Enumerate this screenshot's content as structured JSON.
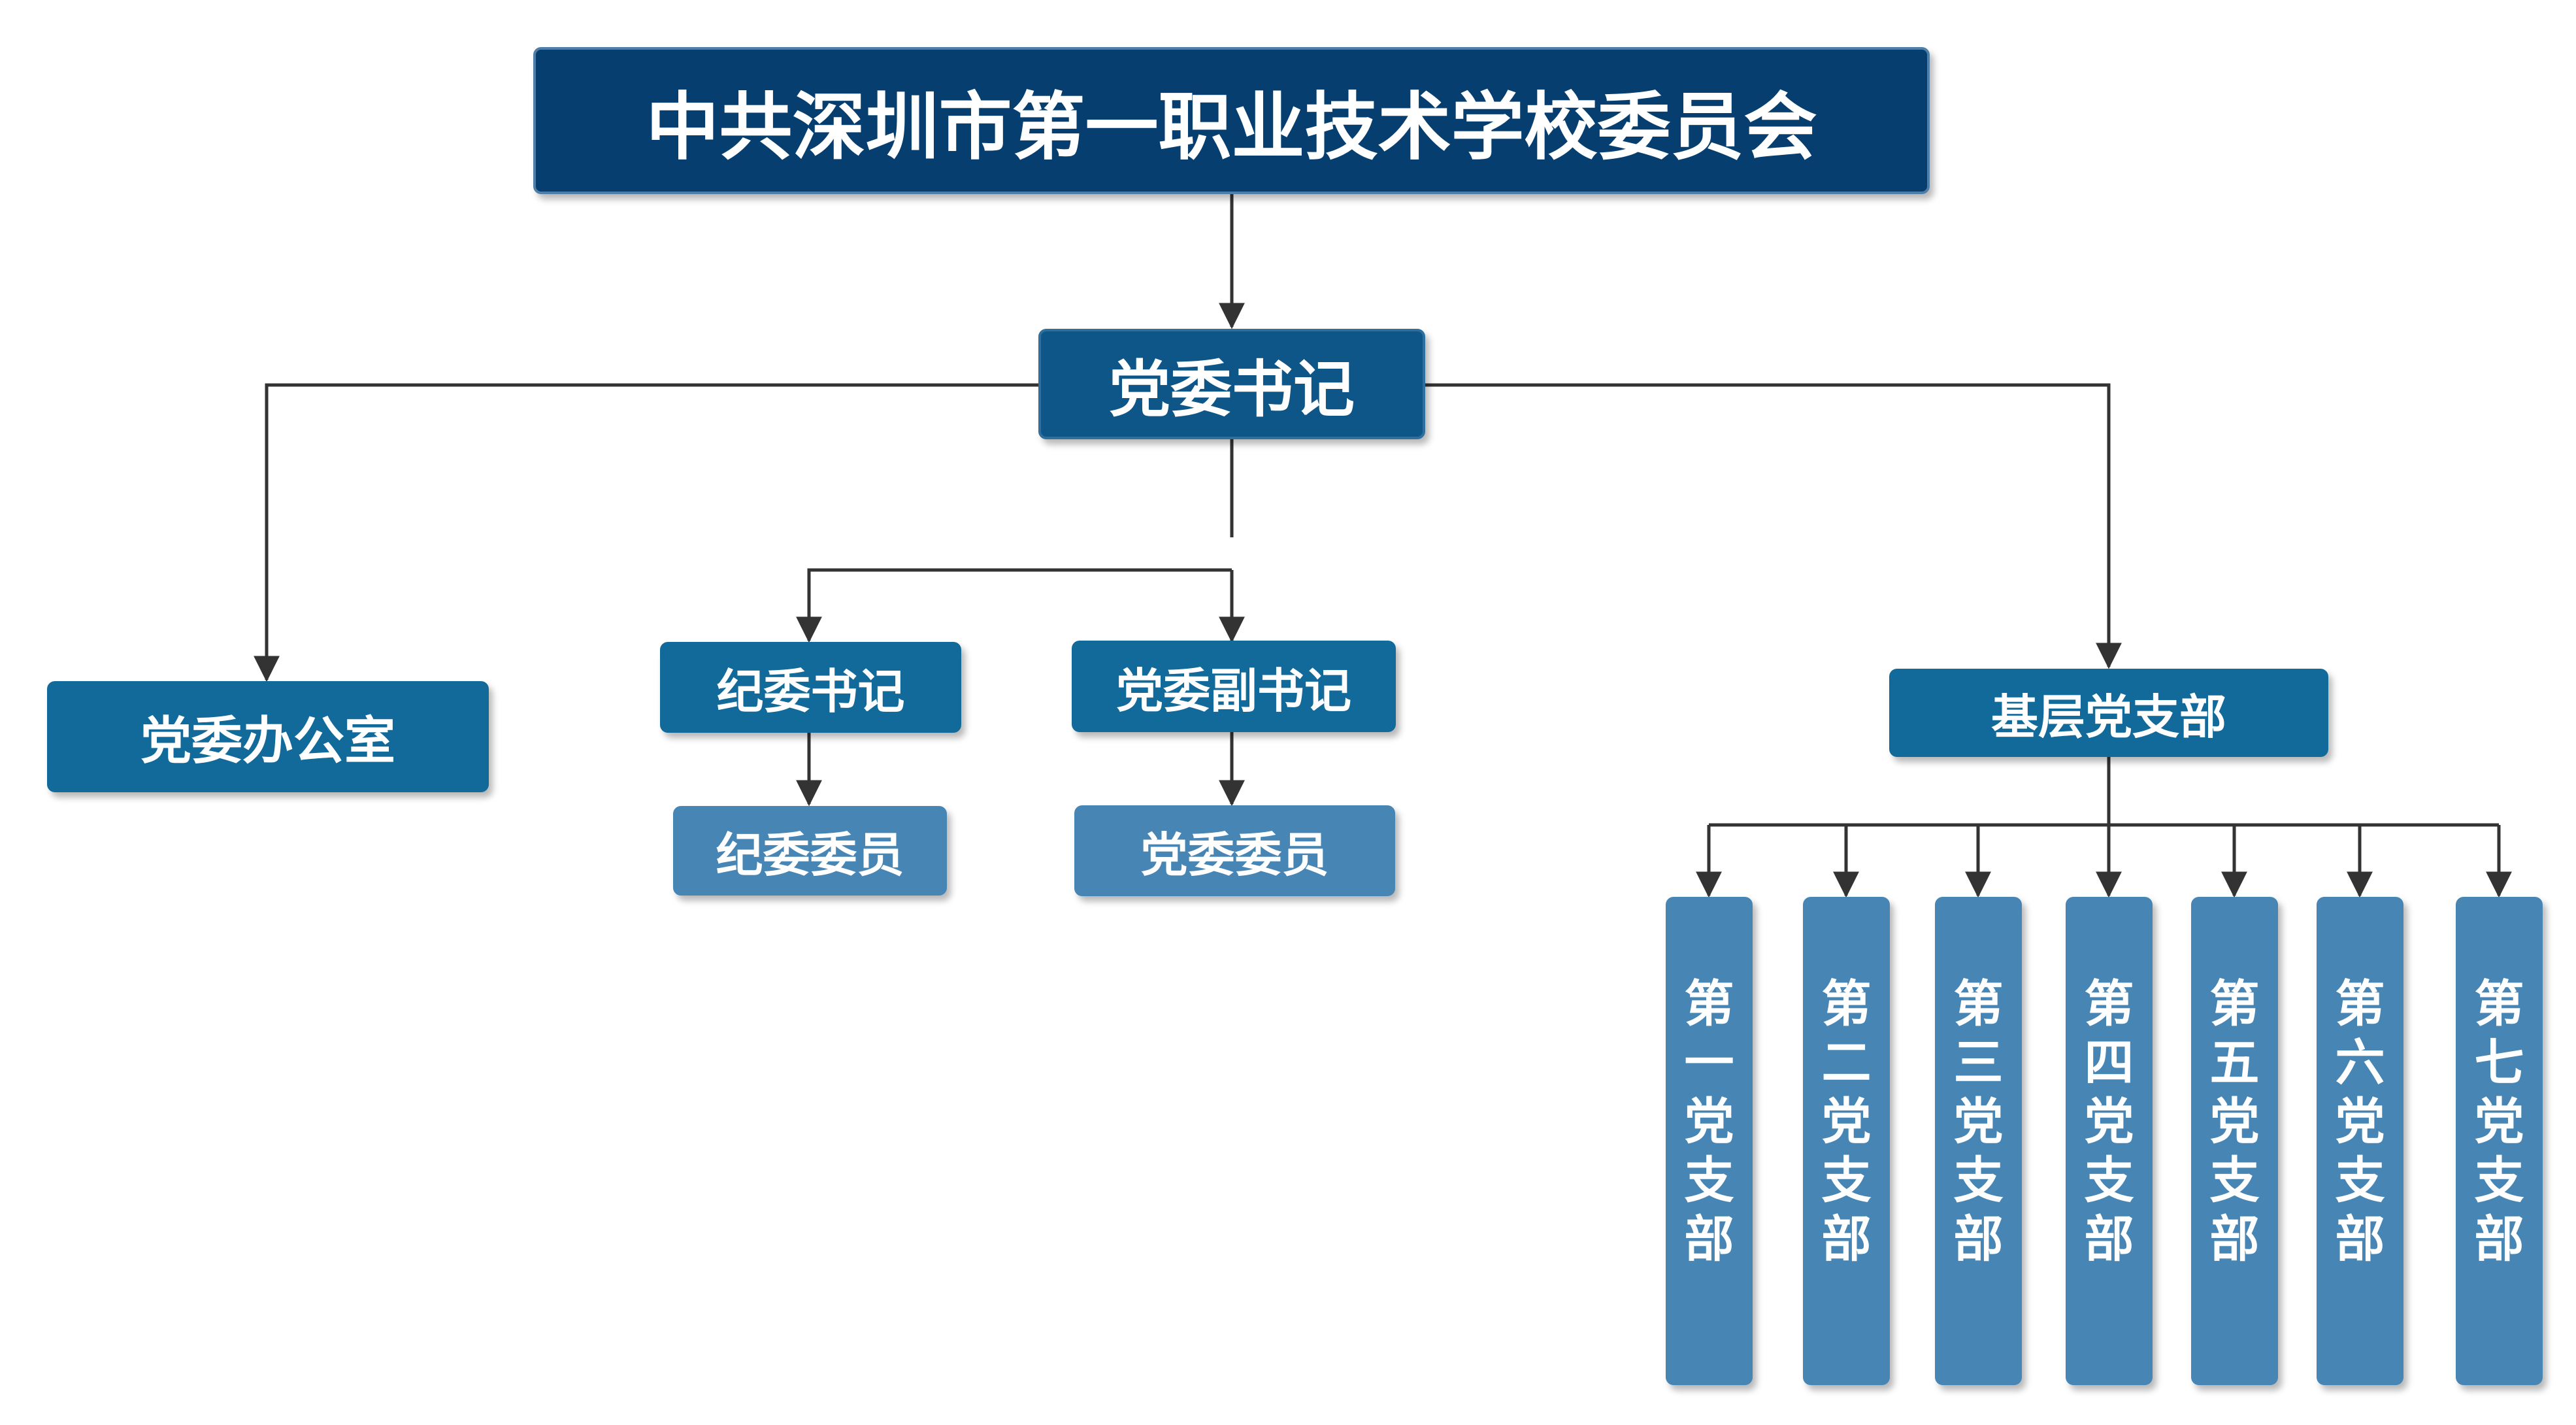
{
  "nodes": {
    "root": "中共深圳市第一职业技术学校委员会",
    "secretary": "党委书记",
    "office": "党委办公室",
    "discipline_secretary": "纪委书记",
    "deputy_secretary": "党委副书记",
    "discipline_members": "纪委委员",
    "committee_members": "党委委员",
    "grassroots": "基层党支部"
  },
  "branches": [
    "第一党支部",
    "第二党支部",
    "第三党支部",
    "第四党支部",
    "第五党支部",
    "第六党支部",
    "第七党支部"
  ],
  "colors": {
    "root": "#063f6f",
    "secretary": "#0f5688",
    "level": "#126a9a",
    "leaf": "#4786b4",
    "connector": "#333333"
  }
}
